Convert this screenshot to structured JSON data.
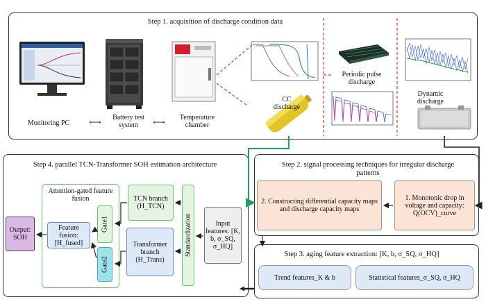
{
  "step1": {
    "title": "Step 1. acquisition of discharge condition data",
    "monitoring_pc": "Monitoring PC",
    "battery_test": "Battery test system",
    "temperature": "Temperature chamber",
    "cc": "CC discharge",
    "periodic": "Periodic pulse discharge",
    "dynamic": "Dynamic discharge"
  },
  "step2": {
    "title": "Step 2. signal processing techniques for irregular discharge patterns",
    "box_left": "2. Constructing differential capacity maps and discharge capacity maps",
    "box_right": "1. Monotonic drop in voltage and capacity: Q(OCV)_curve"
  },
  "step3": {
    "title": "Step 3. aging feature extraction: [K, b, σ_SQ, σ_HQ]",
    "trend": "Trend features_K & b",
    "stat": "Statistical features_σ_SQ, σ_HQ"
  },
  "step4": {
    "title": "Step 4. parallel TCN-Transformer SOH estimation architecture",
    "fusion_group": "Attention-gated feature fusion",
    "output": "Output: SOH",
    "fusion": "Feature fusion: [H_fused]",
    "gate1": "Gate1",
    "gate2": "Gate2",
    "tcn": "TCN branch (H_TCN)",
    "trans": "Transformer branch (H_Trans)",
    "std": "Standardization",
    "input": "Input features: [K, b, σ_SQ, σ_HQ]"
  },
  "colors": {
    "green_arrow": "#22a060",
    "red_dash": "#d9343a",
    "fill_orange": "#fbe3d6",
    "fill_blue": "#dde9f7",
    "fill_green": "#e4f3e2",
    "fill_cyan": "#9fe3ea",
    "fill_purple": "#dcb8e6",
    "fill_gray": "#eeeeee"
  }
}
